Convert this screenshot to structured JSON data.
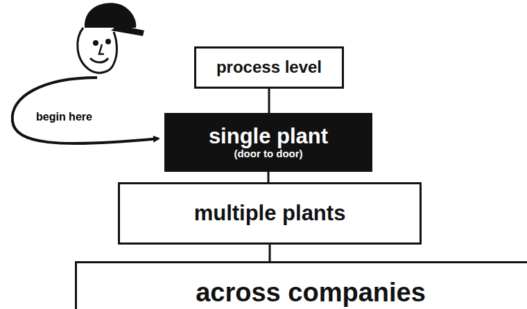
{
  "diagram": {
    "nodes": [
      {
        "text": [
          "process level"
        ]
      },
      {
        "text": [
          "single plant",
          "(door to door)"
        ]
      },
      {
        "text": [
          "multiple plants"
        ]
      },
      {
        "text": [
          "across companies"
        ]
      }
    ],
    "edges": [
      {
        "from": 0,
        "to": 1,
        "arrow": "none"
      },
      {
        "from": 1,
        "to": 2,
        "arrow": "none"
      },
      {
        "from": 2,
        "to": 3,
        "arrow": "none"
      }
    ],
    "labels": [
      "begin here"
    ]
  }
}
